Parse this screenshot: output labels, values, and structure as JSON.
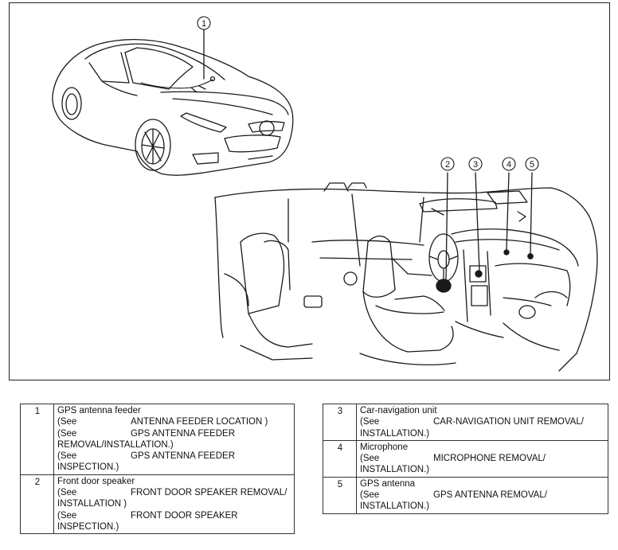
{
  "figure": {
    "callouts": [
      "1",
      "2",
      "3",
      "4",
      "5"
    ]
  },
  "legend_left": [
    {
      "number": "1",
      "title": "GPS antenna feeder",
      "refs": [
        {
          "see": "(See",
          "text": "ANTENNA FEEDER LOCATION )"
        },
        {
          "see": "(See",
          "text": "GPS ANTENNA FEEDER"
        },
        {
          "see": "",
          "text": "REMOVAL/INSTALLATION.)"
        },
        {
          "see": "(See",
          "text": "GPS ANTENNA FEEDER"
        },
        {
          "see": "",
          "text": "INSPECTION.)"
        }
      ]
    },
    {
      "number": "2",
      "title": "Front door speaker",
      "refs": [
        {
          "see": "(See",
          "text": "FRONT DOOR SPEAKER REMOVAL/"
        },
        {
          "see": "",
          "text": "INSTALLATION )"
        },
        {
          "see": "(See",
          "text": "FRONT DOOR SPEAKER"
        },
        {
          "see": "",
          "text": "INSPECTION.)"
        }
      ]
    }
  ],
  "legend_right": [
    {
      "number": "3",
      "title": "Car-navigation unit",
      "refs": [
        {
          "see": "(See",
          "text": "CAR-NAVIGATION UNIT REMOVAL/"
        },
        {
          "see": "",
          "text": "INSTALLATION.)"
        }
      ]
    },
    {
      "number": "4",
      "title": "Microphone",
      "refs": [
        {
          "see": "(See",
          "text": "MICROPHONE REMOVAL/"
        },
        {
          "see": "",
          "text": "INSTALLATION.)"
        }
      ]
    },
    {
      "number": "5",
      "title": "GPS antenna",
      "refs": [
        {
          "see": "(See",
          "text": "GPS ANTENNA REMOVAL/"
        },
        {
          "see": "",
          "text": "INSTALLATION.)"
        }
      ]
    }
  ]
}
